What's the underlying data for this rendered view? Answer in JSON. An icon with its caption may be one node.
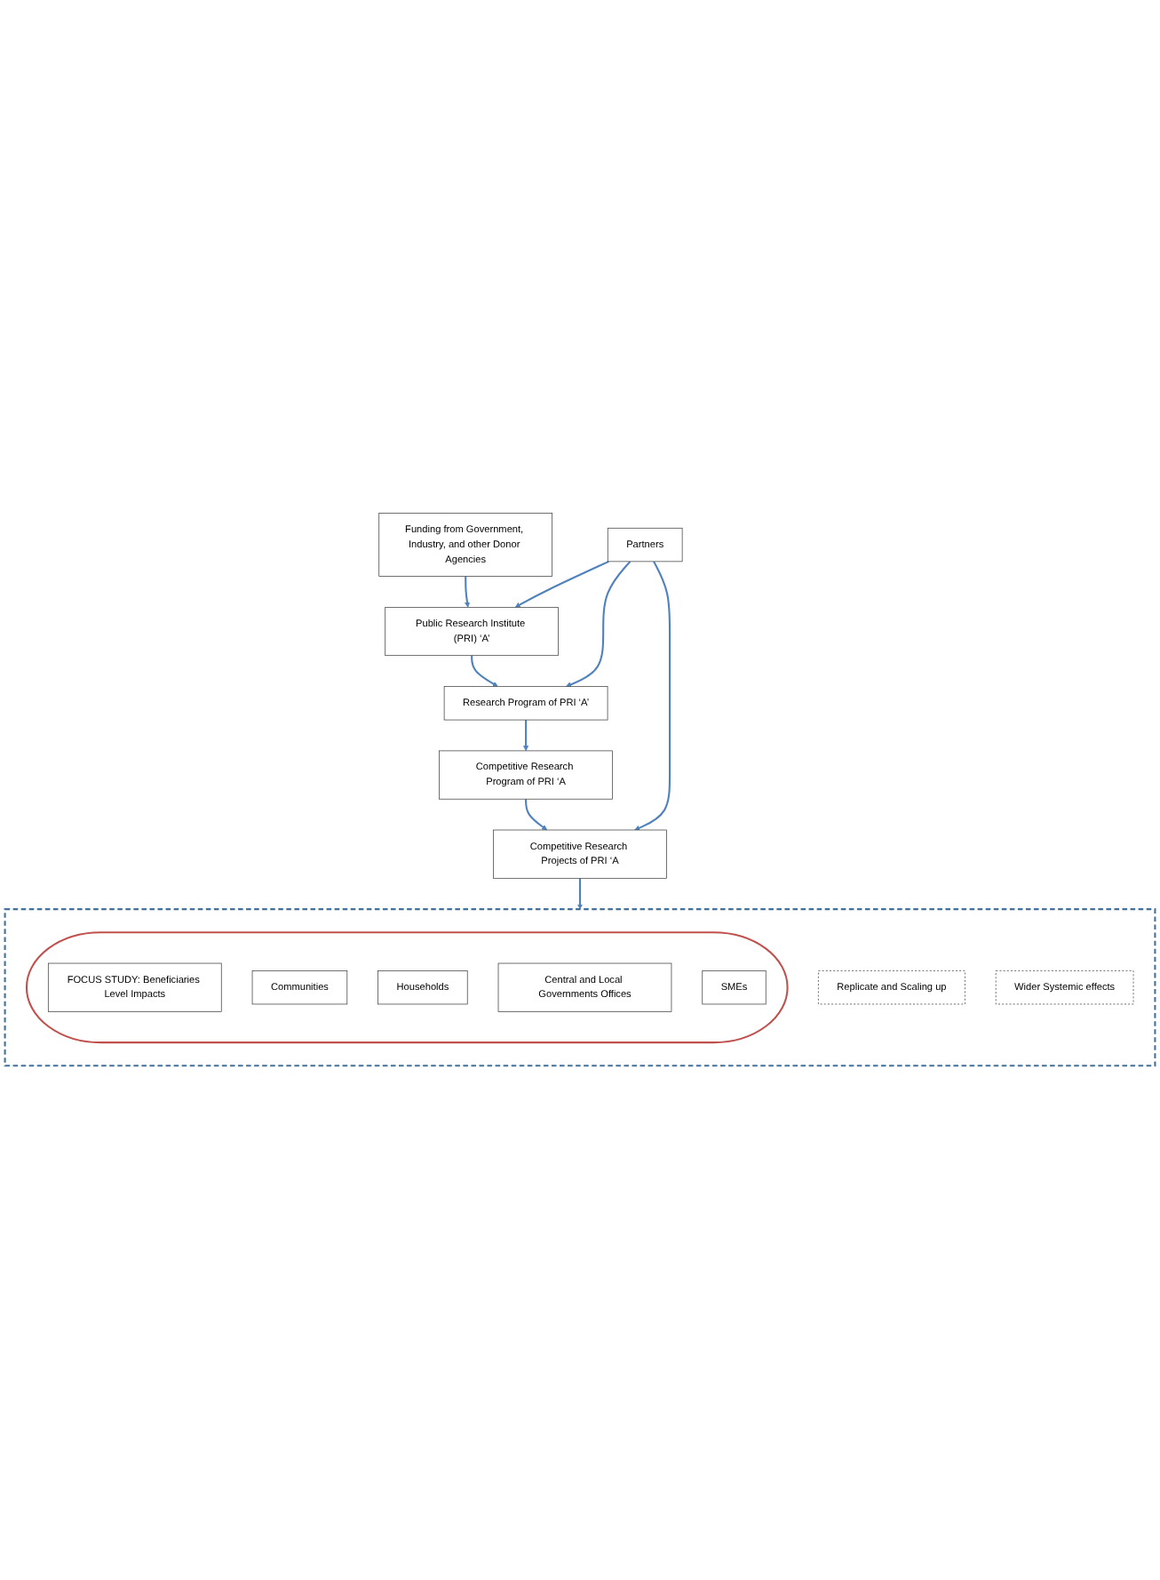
{
  "diagram": {
    "nodes": [
      {
        "text": [
          "Funding from Government, Industry, and other Donor Agencies"
        ]
      },
      {
        "text": [
          "Public Research Institute (PRI) ‘A’"
        ]
      },
      {
        "text": [
          "Partners"
        ]
      },
      {
        "text": [
          "Research Program of PRI ‘A’"
        ]
      },
      {
        "text": [
          "Competitive Research Program of PRI ‘A"
        ]
      },
      {
        "text": [
          "Competitive Research Projects of PRI ‘A"
        ]
      },
      {
        "text": [],
        "shape": "box"
      },
      {
        "text": [],
        "shape": "ellipse",
        "in": 6
      },
      {
        "text": [
          "FOCUS STUDY: Beneficiaries Level Impacts"
        ],
        "in": 7
      },
      {
        "text": [
          "Communities"
        ],
        "in": 7
      },
      {
        "text": [
          "Households"
        ],
        "in": 7
      },
      {
        "text": [
          "Central and Local Governments Offices"
        ],
        "in": 7
      },
      {
        "text": [
          "SMEs"
        ],
        "in": 7
      },
      {
        "text": [
          "Replicate and Scaling up"
        ],
        "in": 6
      },
      {
        "text": [
          "Wider Systemic effects"
        ],
        "in": 6
      }
    ],
    "edges": [
      {
        "from": 0,
        "to": 1,
        "arrow": "to"
      },
      {
        "from": 2,
        "to": 1,
        "arrow": "to"
      },
      {
        "from": 1,
        "to": 3,
        "arrow": "to"
      },
      {
        "from": 2,
        "to": 3,
        "arrow": "to"
      },
      {
        "from": 3,
        "to": 4,
        "arrow": "to"
      },
      {
        "from": 2,
        "to": 5,
        "arrow": "to"
      },
      {
        "from": 4,
        "to": 5,
        "arrow": "to"
      },
      {
        "from": 5,
        "to": 6,
        "arrow": "to"
      }
    ]
  }
}
